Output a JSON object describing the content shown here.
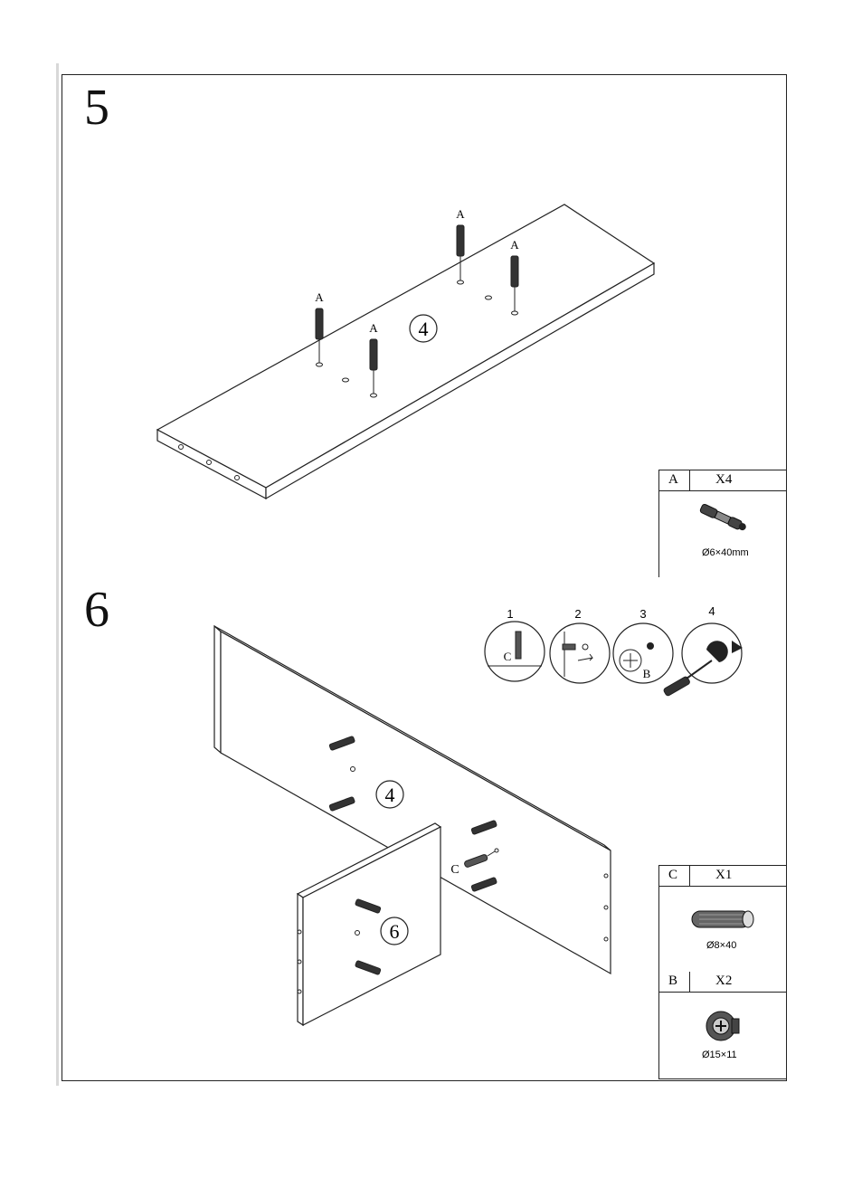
{
  "steps": [
    {
      "number": "5",
      "panel_label": "4",
      "part_callouts": [
        "A",
        "A",
        "A",
        "A"
      ],
      "hardware": [
        {
          "letter": "A",
          "qty": "X4",
          "size": "Ø6×40mm",
          "icon": "cam-bolt-icon"
        }
      ]
    },
    {
      "number": "6",
      "panel_labels": [
        "4",
        "6"
      ],
      "dowel_callout": "C",
      "sub_steps": [
        "1",
        "2",
        "3",
        "4"
      ],
      "sub_step_callouts": [
        "C",
        "B"
      ],
      "hardware": [
        {
          "letter": "C",
          "qty": "X1",
          "size": "Ø8×40",
          "icon": "wood-dowel-icon"
        },
        {
          "letter": "B",
          "qty": "X2",
          "size": "Ø15×11",
          "icon": "cam-lock-icon"
        }
      ]
    }
  ]
}
